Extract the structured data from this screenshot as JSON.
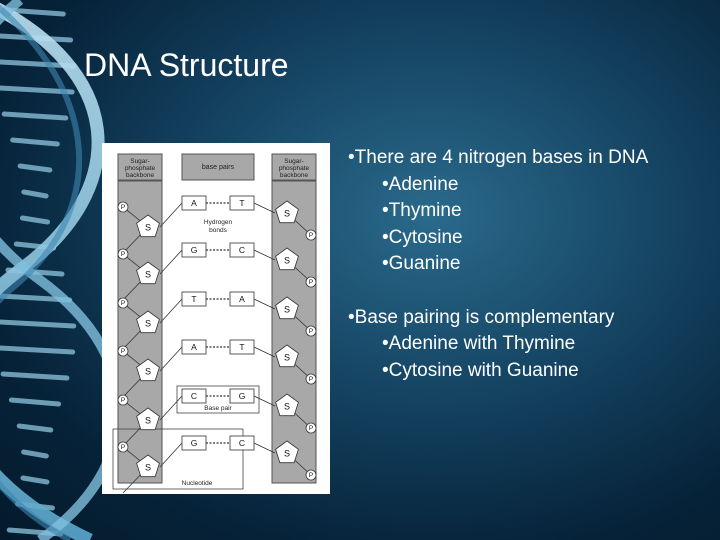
{
  "slide": {
    "title": "DNA Structure",
    "bullets": [
      {
        "text": "•There are 4 nitrogen bases in  DNA",
        "sub": [
          "•Adenine",
          "•Thymine",
          "•Cytosine",
          "•Guanine"
        ]
      },
      {
        "text": "•Base pairing is complementary",
        "sub": [
          "•Adenine with Thymine",
          "•Cytosine with Guanine"
        ]
      }
    ]
  },
  "figure": {
    "header_left": [
      "Sugar-",
      "phosphate",
      "backbone"
    ],
    "header_center": "base pairs",
    "header_right": [
      "Sugar-",
      "phosphate",
      "backbone"
    ],
    "hydrogen_label": [
      "Hydrogen",
      "bonds"
    ],
    "base_pair_label": "Base pair",
    "nucleotide_label": "Nucleotide",
    "sugar_symbol": "S",
    "phosphate_symbol": "P",
    "pairs": [
      {
        "left": "A",
        "right": "T"
      },
      {
        "left": "G",
        "right": "C"
      },
      {
        "left": "T",
        "right": "A"
      },
      {
        "left": "A",
        "right": "T"
      },
      {
        "left": "C",
        "right": "G"
      },
      {
        "left": "G",
        "right": "C"
      }
    ]
  },
  "colors": {
    "background": "#0d3554",
    "backbone": "#a8a8a8",
    "text": "#ffffff"
  }
}
